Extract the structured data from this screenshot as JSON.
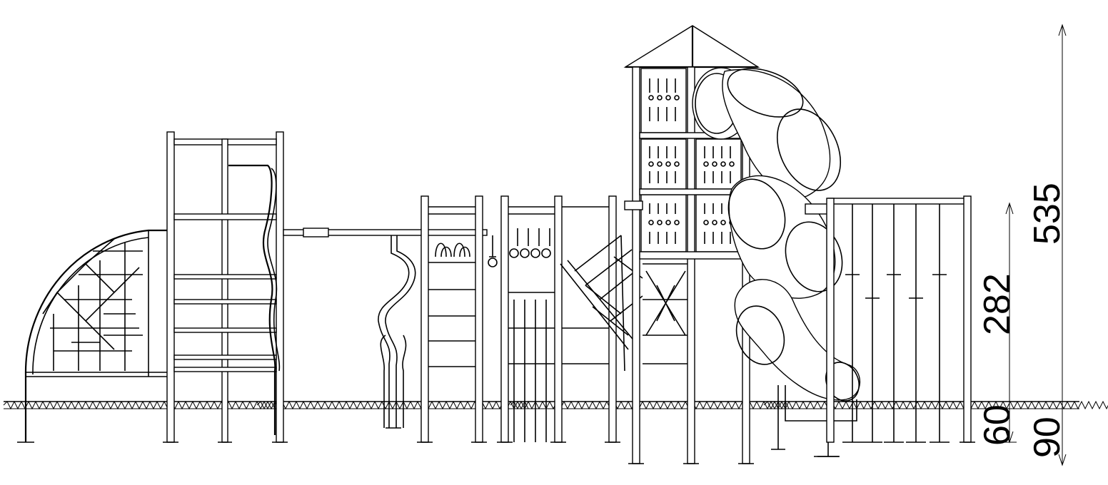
{
  "dimensions": {
    "total_height": "535",
    "platform_height": "282",
    "ground_left": "60",
    "ground_right": "90"
  }
}
